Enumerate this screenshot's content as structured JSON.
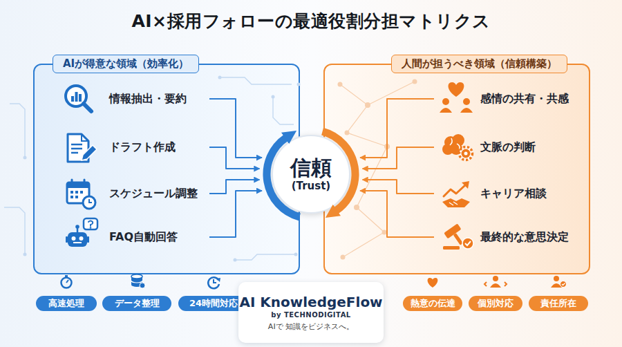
{
  "diagram": {
    "title": "AI×採用フォローの最適役割分担マトリクス",
    "nodes": [
      {
        "text": [
          "AIが得意な領域（効率化）"
        ]
      },
      {
        "text": [
          "情報抽出・要約"
        ],
        "in": 0
      },
      {
        "text": [
          "ドラフト作成"
        ],
        "in": 0
      },
      {
        "text": [
          "スケジュール調整"
        ],
        "in": 0
      },
      {
        "text": [
          "FAQ自動回答"
        ],
        "in": 0
      },
      {
        "text": [
          "信頼",
          "(Trust)"
        ]
      },
      {
        "text": [
          "人間が担うべき領域（信頼構築）"
        ]
      },
      {
        "text": [
          "感情の共有・共感"
        ],
        "in": 6
      },
      {
        "text": [
          "文脈の判断"
        ],
        "in": 6
      },
      {
        "text": [
          "キャリア相談"
        ],
        "in": 6
      },
      {
        "text": [
          "最終的な意思決定"
        ],
        "in": 6
      },
      {
        "text": [
          "高速処理"
        ]
      },
      {
        "text": [
          "データ整理"
        ]
      },
      {
        "text": [
          "24時間対応"
        ]
      },
      {
        "text": [
          "AI KnowledgeFlow",
          "by TECHNODIGITAL",
          "AIで 知識をビジネスへ。"
        ]
      },
      {
        "text": [
          "熱意の伝達"
        ]
      },
      {
        "text": [
          "個別対応"
        ]
      },
      {
        "text": [
          "責任所在"
        ]
      }
    ],
    "edges": [
      {
        "from": 1,
        "to": 5,
        "arrow": "to"
      },
      {
        "from": 2,
        "to": 5,
        "arrow": "to"
      },
      {
        "from": 3,
        "to": 5,
        "arrow": "to"
      },
      {
        "from": 4,
        "to": 5,
        "arrow": "to"
      },
      {
        "from": 7,
        "to": 5,
        "arrow": "to"
      },
      {
        "from": 8,
        "to": 5,
        "arrow": "to"
      },
      {
        "from": 9,
        "to": 5,
        "arrow": "to"
      },
      {
        "from": 10,
        "to": 5,
        "arrow": "to"
      }
    ]
  }
}
